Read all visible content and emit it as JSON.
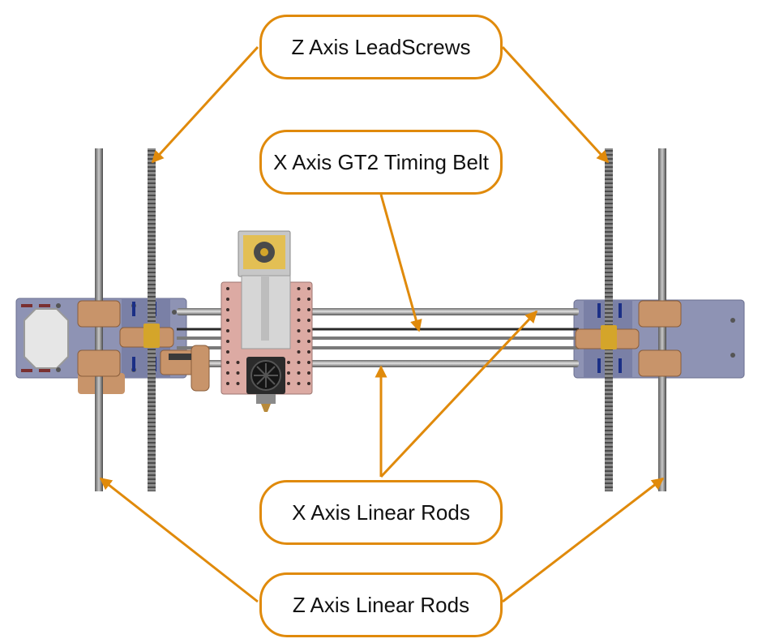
{
  "diagram": {
    "accent_color": "#e08a0b",
    "callouts": {
      "z_leadscrews": "Z Axis LeadScrews",
      "x_belt": "X Axis GT2 Timing Belt",
      "x_rods": "X Axis Linear Rods",
      "z_rods": "Z Axis Linear Rods"
    }
  }
}
